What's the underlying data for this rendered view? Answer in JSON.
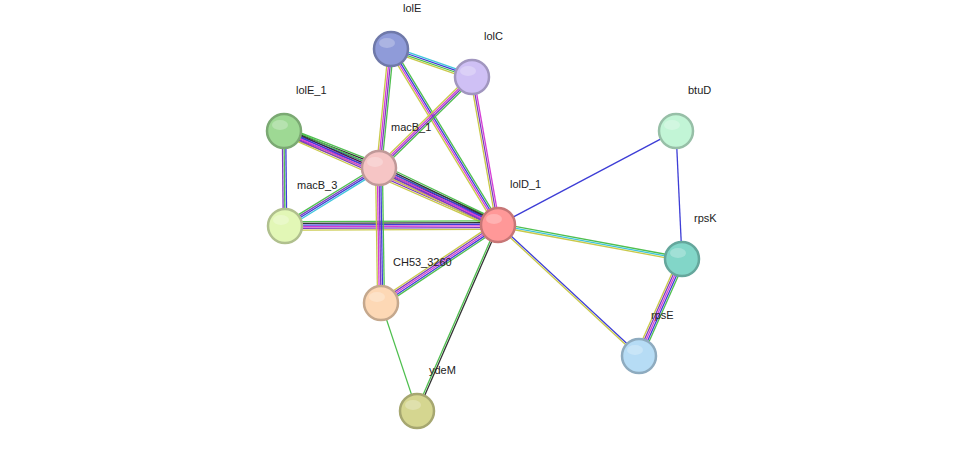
{
  "diagram": {
    "nodes": [
      {
        "text": [
          "lolE"
        ]
      },
      {
        "text": [
          "lolC"
        ]
      },
      {
        "text": [
          "lolE_1"
        ]
      },
      {
        "text": [
          "macB_1"
        ]
      },
      {
        "text": [
          "macB_3"
        ]
      },
      {
        "text": [
          "lolD_1"
        ]
      },
      {
        "text": [
          "btuD"
        ]
      },
      {
        "text": [
          "rpsK"
        ]
      },
      {
        "text": [
          "rpsE"
        ]
      },
      {
        "text": [
          "CH53_3260"
        ]
      },
      {
        "text": [
          "ydeM"
        ]
      }
    ],
    "edges": [
      {
        "from": 0,
        "to": 1,
        "arrow": "none"
      },
      {
        "from": 0,
        "to": 3,
        "arrow": "none"
      },
      {
        "from": 0,
        "to": 5,
        "arrow": "none"
      },
      {
        "from": 1,
        "to": 3,
        "arrow": "none"
      },
      {
        "from": 1,
        "to": 5,
        "arrow": "none"
      },
      {
        "from": 2,
        "to": 3,
        "arrow": "none"
      },
      {
        "from": 2,
        "to": 4,
        "arrow": "none"
      },
      {
        "from": 2,
        "to": 5,
        "arrow": "none"
      },
      {
        "from": 3,
        "to": 4,
        "arrow": "none"
      },
      {
        "from": 3,
        "to": 5,
        "arrow": "none"
      },
      {
        "from": 4,
        "to": 5,
        "arrow": "none"
      },
      {
        "from": 3,
        "to": 9,
        "arrow": "none"
      },
      {
        "from": 5,
        "to": 9,
        "arrow": "none"
      },
      {
        "from": 5,
        "to": 10,
        "arrow": "none"
      },
      {
        "from": 9,
        "to": 10,
        "arrow": "none"
      },
      {
        "from": 5,
        "to": 6,
        "arrow": "none"
      },
      {
        "from": 5,
        "to": 7,
        "arrow": "none"
      },
      {
        "from": 5,
        "to": 8,
        "arrow": "none"
      },
      {
        "from": 6,
        "to": 7,
        "arrow": "none"
      },
      {
        "from": 7,
        "to": 8,
        "arrow": "none"
      }
    ]
  }
}
